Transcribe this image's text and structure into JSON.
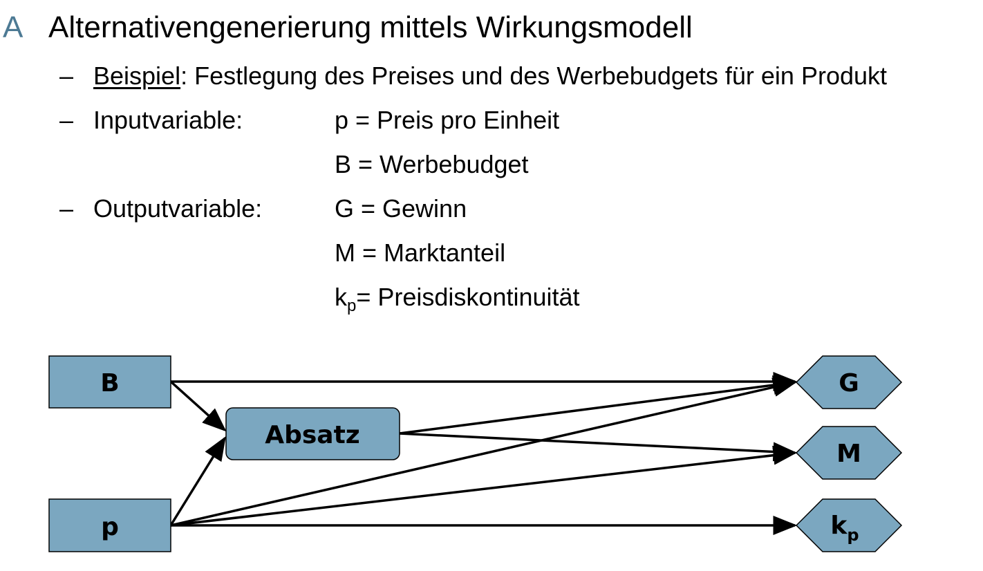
{
  "heading": {
    "marker": "A",
    "title": "Alternativengenerierung mittels Wirkungsmodell"
  },
  "bullets": {
    "dash": "–",
    "example_label": "Beispiel",
    "example_text": ": Festlegung des Preises und des Werbebudgets für ein Produkt",
    "input_label": "Inputvariable:",
    "input_values": [
      "p = Preis pro Einheit",
      "B = Werbebudget"
    ],
    "output_label": "Outputvariable:",
    "output_values": [
      "G = Gewinn",
      "M = Marktanteil"
    ],
    "output_kp_main": "k",
    "output_kp_sub": "p",
    "output_kp_rest": "= Preisdiskontinuität"
  },
  "diagram": {
    "fill_color": "#7ba7c0",
    "nodes": {
      "B": "B",
      "p": "p",
      "absatz": "Absatz",
      "G": "G",
      "M": "M",
      "kp_main": "k",
      "kp_sub": "p"
    },
    "edges": [
      {
        "from": "B",
        "to": "G"
      },
      {
        "from": "B",
        "to": "Absatz"
      },
      {
        "from": "p",
        "to": "Absatz"
      },
      {
        "from": "p",
        "to": "G"
      },
      {
        "from": "p",
        "to": "M"
      },
      {
        "from": "p",
        "to": "kp"
      },
      {
        "from": "Absatz",
        "to": "G"
      },
      {
        "from": "Absatz",
        "to": "M"
      }
    ]
  }
}
